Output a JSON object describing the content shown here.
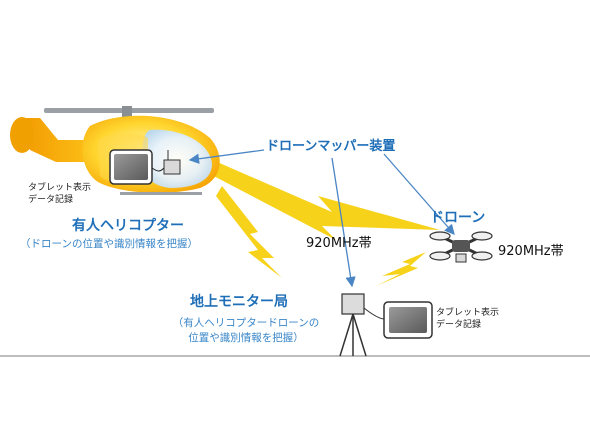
{
  "mapper_label": "ドローンマッパー装置",
  "drone_label": "ドローン",
  "helicopter": {
    "title": "有人ヘリコプター",
    "subtitle": "（ドローンの位置や識別情報を把握）",
    "tablet_line1": "タブレット表示",
    "tablet_line2": "データ記録"
  },
  "ground": {
    "title": "地上モニター局",
    "subtitle_line1": "（有人ヘリコプタードローンの",
    "subtitle_line2": "位置や識別情報を把握）",
    "tablet_line1": "タブレット表示",
    "tablet_line2": "データ記録"
  },
  "freq_left": "920MHz帯",
  "freq_right": "920MHz帯",
  "colors": {
    "label_blue": "#1f6fb8",
    "bolt_yellow": "#f7d21a",
    "heli_orange": "#f5a000",
    "heli_yellow": "#ffd52e",
    "ground_line": "#bdbdbd"
  }
}
